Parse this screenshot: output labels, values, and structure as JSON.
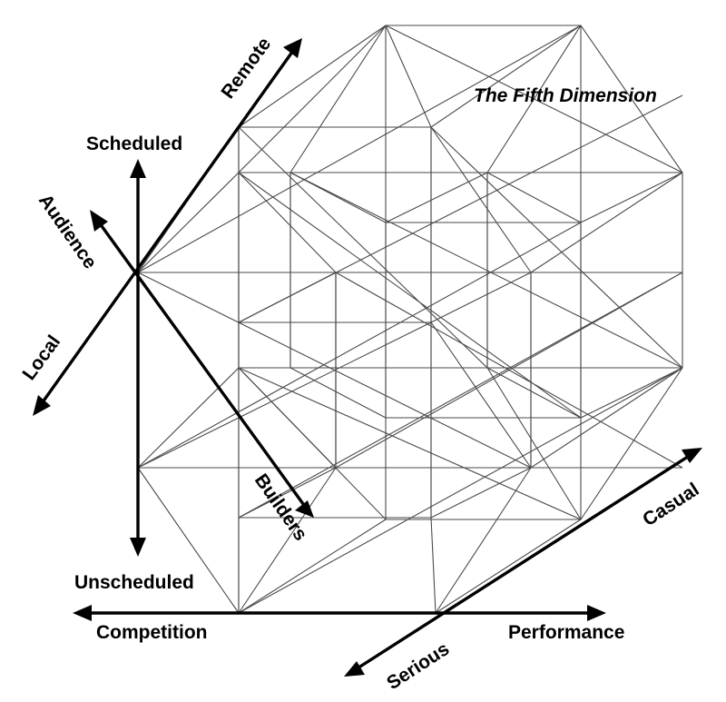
{
  "diagram": {
    "title": "The Fifth Dimension",
    "axes": {
      "scheduled": "Scheduled",
      "unscheduled": "Unscheduled",
      "remote": "Remote",
      "local": "Local",
      "audience": "Audience",
      "builders": "Builders",
      "competition": "Competition",
      "performance": "Performance",
      "casual": "Casual",
      "serious": "Serious"
    },
    "colors": {
      "axis": "#000000",
      "wireframe": "#4a4a4a",
      "background": "#ffffff"
    }
  }
}
